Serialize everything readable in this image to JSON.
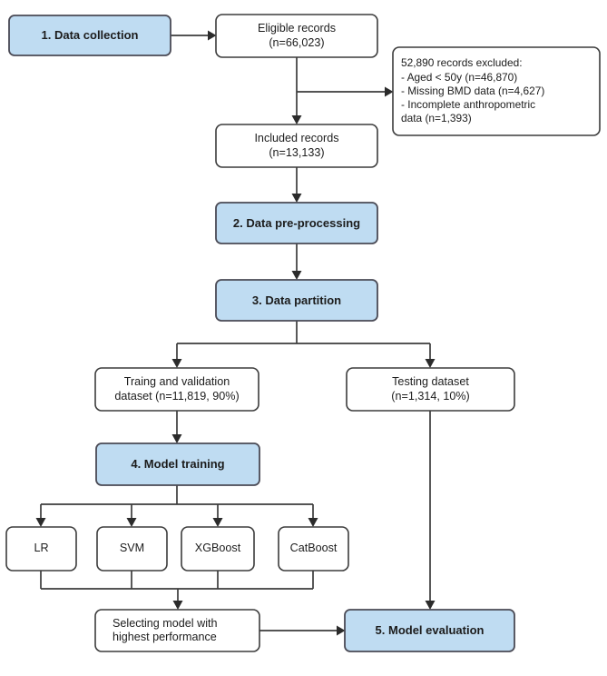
{
  "diagram": {
    "title": "Machine learning study workflow flowchart",
    "accent_color": "#bfdcf2",
    "line_color": "#3c3c3c",
    "text_color": "#1c1c1c"
  },
  "nodes": {
    "data_collection": {
      "label": "1. Data collection",
      "type": "accent-stage"
    },
    "eligible_records": {
      "line1": "Eligible records",
      "line2": "(n=66,023)",
      "type": "plain"
    },
    "excluded_note": {
      "line1": "52,890 records excluded:",
      "line2": "- Aged < 50y (n=46,870)",
      "line3": "- Missing BMD data (n=4,627)",
      "line4": "- Incomplete anthropometric",
      "line5": "data (n=1,393)",
      "type": "plain-note"
    },
    "included_records": {
      "line1": "Included records",
      "line2": "(n=13,133)",
      "type": "plain"
    },
    "preprocessing": {
      "label": "2. Data pre-processing",
      "type": "accent-stage"
    },
    "partition": {
      "label": "3. Data partition",
      "type": "accent-stage"
    },
    "train_val": {
      "line1": "Traing and validation",
      "line2": "dataset (n=11,819, 90%)",
      "type": "plain"
    },
    "testing": {
      "line1": "Testing dataset",
      "line2": "(n=1,314, 10%)",
      "type": "plain"
    },
    "model_training": {
      "label": "4. Model training",
      "type": "accent-stage"
    },
    "model_lr": {
      "label": "LR",
      "type": "plain"
    },
    "model_svm": {
      "label": "SVM",
      "type": "plain"
    },
    "model_xgboost": {
      "label": "XGBoost",
      "type": "plain"
    },
    "model_catboost": {
      "label": "CatBoost",
      "type": "plain"
    },
    "select_best": {
      "line1": "Selecting model with",
      "line2": "highest performance",
      "type": "plain"
    },
    "model_evaluation": {
      "label": "5. Model evaluation",
      "type": "accent-stage"
    }
  },
  "edges": [
    {
      "name": "collection-to-eligible",
      "from": "data_collection",
      "to": "eligible_records"
    },
    {
      "name": "eligible-to-excluded",
      "from": "eligible_records",
      "to": "excluded_note"
    },
    {
      "name": "eligible-to-included",
      "from": "eligible_records",
      "to": "included_records"
    },
    {
      "name": "included-to-preprocessing",
      "from": "included_records",
      "to": "preprocessing"
    },
    {
      "name": "preprocessing-to-partition",
      "from": "preprocessing",
      "to": "partition"
    },
    {
      "name": "partition-to-train",
      "from": "partition",
      "to": "train_val"
    },
    {
      "name": "partition-to-testing",
      "from": "partition",
      "to": "testing"
    },
    {
      "name": "train-to-model-training",
      "from": "train_val",
      "to": "model_training"
    },
    {
      "name": "training-to-lr",
      "from": "model_training",
      "to": "model_lr"
    },
    {
      "name": "training-to-svm",
      "from": "model_training",
      "to": "model_svm"
    },
    {
      "name": "training-to-xgboost",
      "from": "model_training",
      "to": "model_xgboost"
    },
    {
      "name": "training-to-catboost",
      "from": "model_training",
      "to": "model_catboost"
    },
    {
      "name": "models-to-select",
      "from": "model_lr,model_svm,model_xgboost,model_catboost",
      "to": "select_best"
    },
    {
      "name": "select-to-evaluation",
      "from": "select_best",
      "to": "model_evaluation"
    },
    {
      "name": "testing-to-evaluation",
      "from": "testing",
      "to": "model_evaluation"
    }
  ]
}
